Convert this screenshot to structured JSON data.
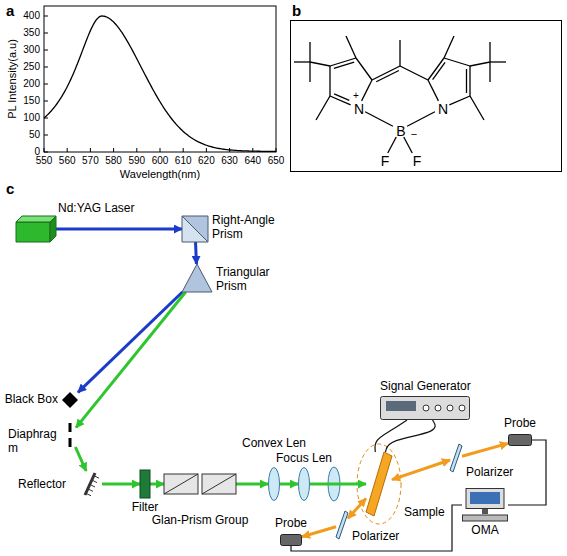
{
  "diagram": {
    "nodes": [
      {
        "text": [
          "N",
          "+",
          "N",
          "B",
          "−",
          "F",
          "F"
        ]
      },
      {
        "text": [
          "Nd:YAG Laser"
        ]
      },
      {
        "text": [
          "Right-Angle Prism"
        ]
      },
      {
        "text": [
          "Triangular Prism"
        ]
      },
      {
        "text": [
          "Black Box"
        ]
      },
      {
        "text": [
          "Diaphrag m"
        ]
      },
      {
        "text": [
          "Reflector"
        ]
      },
      {
        "text": [
          "Filter"
        ]
      },
      {
        "text": [
          "Glan-Prism Group"
        ]
      },
      {
        "text": [
          "Convex Len"
        ]
      },
      {
        "text": [
          "Focus Len"
        ]
      },
      {
        "text": [
          "Signal Generator"
        ]
      },
      {
        "text": [
          "Sample"
        ]
      },
      {
        "text": [
          "Probe"
        ]
      },
      {
        "text": [
          "Polarizer"
        ]
      },
      {
        "text": [
          "Probe"
        ]
      },
      {
        "text": [
          "Polarizer"
        ]
      },
      {
        "text": [
          "OMA"
        ]
      }
    ],
    "edges": [
      {
        "from": 1,
        "to": 2,
        "arrow": "to"
      },
      {
        "from": 2,
        "to": 3,
        "arrow": "to"
      },
      {
        "from": 3,
        "to": 4,
        "arrow": "to"
      },
      {
        "from": 3,
        "to": 5,
        "arrow": "to"
      },
      {
        "from": 5,
        "to": 6,
        "arrow": "to"
      },
      {
        "from": 6,
        "to": 7,
        "arrow": "to"
      },
      {
        "from": 7,
        "to": 8,
        "arrow": "to"
      },
      {
        "from": 8,
        "to": 9,
        "arrow": "to"
      },
      {
        "from": 9,
        "to": 10,
        "arrow": "to"
      },
      {
        "from": 10,
        "to": 12,
        "arrow": "to"
      },
      {
        "from": 11,
        "to": 12,
        "arrow": "none"
      },
      {
        "from": 11,
        "to": 12,
        "arrow": "none"
      },
      {
        "from": 12,
        "to": 14,
        "arrow": "both"
      },
      {
        "from": 14,
        "to": 13,
        "arrow": "to"
      },
      {
        "from": 12,
        "to": 16,
        "arrow": "both"
      },
      {
        "from": 16,
        "to": 15,
        "arrow": "to"
      },
      {
        "from": 13,
        "to": 17,
        "arrow": "none"
      },
      {
        "from": 15,
        "to": 17,
        "arrow": "none"
      }
    ],
    "labels": [
      "a",
      "0",
      "50",
      "100",
      "150",
      "200",
      "250",
      "300",
      "350",
      "400",
      "PL Intensity(a.u)",
      "550",
      "560",
      "570",
      "580",
      "590",
      "600",
      "610",
      "620",
      "630",
      "640",
      "650",
      "Wavelength(nm)",
      "b",
      "c"
    ]
  }
}
